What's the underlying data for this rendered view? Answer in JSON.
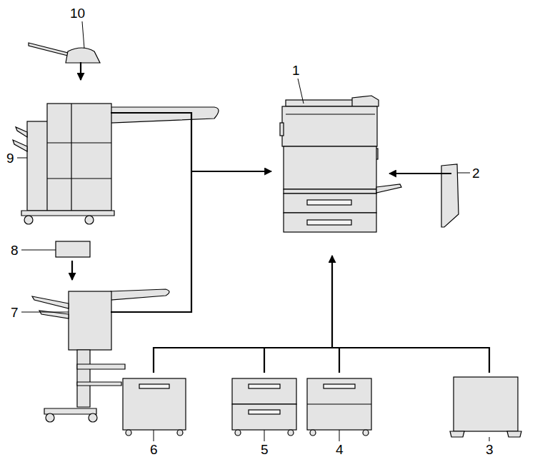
{
  "diagram": {
    "labels": [
      "10",
      "1",
      "9",
      "2",
      "8",
      "7",
      "6",
      "5",
      "4",
      "3"
    ]
  }
}
